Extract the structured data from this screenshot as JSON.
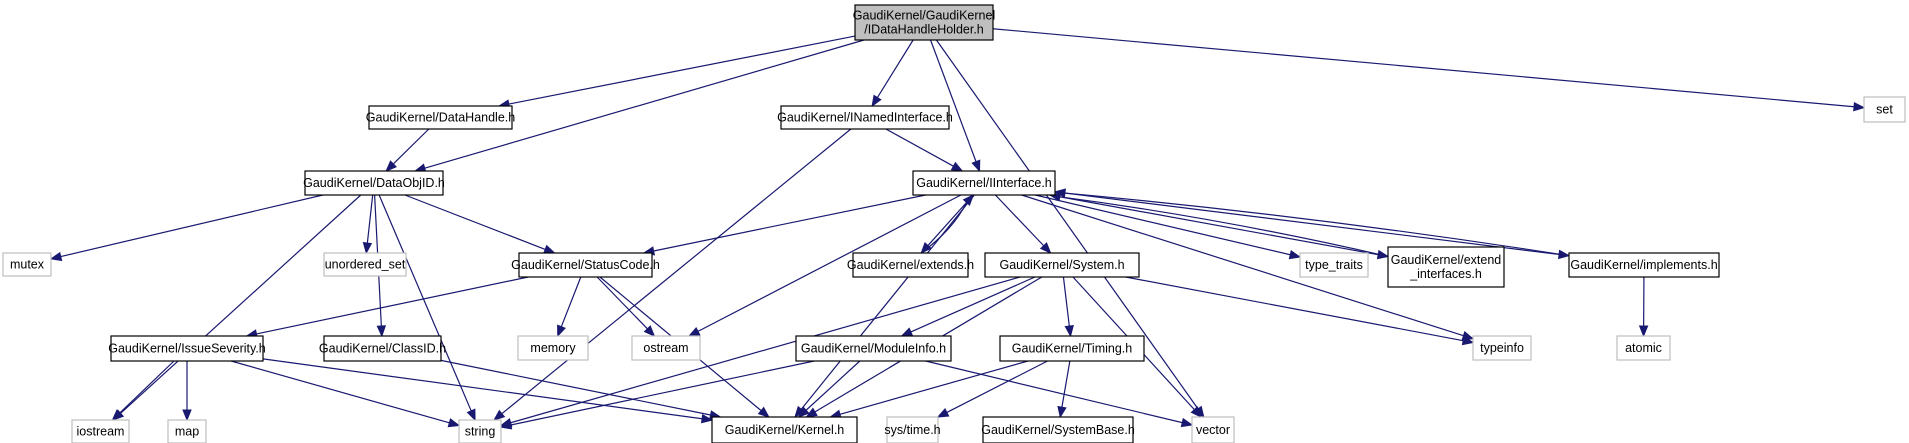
{
  "diagram": {
    "title": "GaudiKernel/GaudiKernel/IDataHandleHolder.h include dependency graph",
    "colors": {
      "edge": "#191970",
      "root_fill": "#bfbfbf",
      "local_border": "#000000",
      "external_border": "#bfbfbf"
    },
    "nodes": [
      {
        "id": "root",
        "lines": [
          "GaudiKernel/GaudiKernel",
          "/IDataHandleHolder.h"
        ],
        "kind": "root"
      },
      {
        "id": "datahandle",
        "lines": [
          "GaudiKernel/DataHandle.h"
        ],
        "kind": "local"
      },
      {
        "id": "inamedinterface",
        "lines": [
          "GaudiKernel/INamedInterface.h"
        ],
        "kind": "local"
      },
      {
        "id": "set",
        "lines": [
          "set"
        ],
        "kind": "external"
      },
      {
        "id": "dataobjid",
        "lines": [
          "GaudiKernel/DataObjID.h"
        ],
        "kind": "local"
      },
      {
        "id": "iinterface",
        "lines": [
          "GaudiKernel/IInterface.h"
        ],
        "kind": "local"
      },
      {
        "id": "mutex",
        "lines": [
          "mutex"
        ],
        "kind": "external"
      },
      {
        "id": "unordered_set",
        "lines": [
          "unordered_set"
        ],
        "kind": "external"
      },
      {
        "id": "statuscode",
        "lines": [
          "GaudiKernel/StatusCode.h"
        ],
        "kind": "local"
      },
      {
        "id": "extends",
        "lines": [
          "GaudiKernel/extends.h"
        ],
        "kind": "local"
      },
      {
        "id": "system",
        "lines": [
          "GaudiKernel/System.h"
        ],
        "kind": "local"
      },
      {
        "id": "type_traits",
        "lines": [
          "type_traits"
        ],
        "kind": "external"
      },
      {
        "id": "extend_interfaces",
        "lines": [
          "GaudiKernel/extend",
          "_interfaces.h"
        ],
        "kind": "local"
      },
      {
        "id": "implements",
        "lines": [
          "GaudiKernel/implements.h"
        ],
        "kind": "local"
      },
      {
        "id": "issueseverity",
        "lines": [
          "GaudiKernel/IssueSeverity.h"
        ],
        "kind": "local"
      },
      {
        "id": "classid",
        "lines": [
          "GaudiKernel/ClassID.h"
        ],
        "kind": "local"
      },
      {
        "id": "memory",
        "lines": [
          "memory"
        ],
        "kind": "external"
      },
      {
        "id": "ostream",
        "lines": [
          "ostream"
        ],
        "kind": "external"
      },
      {
        "id": "moduleinfo",
        "lines": [
          "GaudiKernel/ModuleInfo.h"
        ],
        "kind": "local"
      },
      {
        "id": "timing",
        "lines": [
          "GaudiKernel/Timing.h"
        ],
        "kind": "local"
      },
      {
        "id": "typeinfo",
        "lines": [
          "typeinfo"
        ],
        "kind": "external"
      },
      {
        "id": "atomic",
        "lines": [
          "atomic"
        ],
        "kind": "external"
      },
      {
        "id": "iostream",
        "lines": [
          "iostream"
        ],
        "kind": "external"
      },
      {
        "id": "map",
        "lines": [
          "map"
        ],
        "kind": "external"
      },
      {
        "id": "string",
        "lines": [
          "string"
        ],
        "kind": "external"
      },
      {
        "id": "kernel",
        "lines": [
          "GaudiKernel/Kernel.h"
        ],
        "kind": "local"
      },
      {
        "id": "systime",
        "lines": [
          "sys/time.h"
        ],
        "kind": "external"
      },
      {
        "id": "systembase",
        "lines": [
          "GaudiKernel/SystemBase.h"
        ],
        "kind": "local"
      },
      {
        "id": "vector",
        "lines": [
          "vector"
        ],
        "kind": "external"
      }
    ],
    "edges": [
      [
        "root",
        "datahandle"
      ],
      [
        "root",
        "dataobjid"
      ],
      [
        "root",
        "inamedinterface"
      ],
      [
        "root",
        "iinterface"
      ],
      [
        "root",
        "set"
      ],
      [
        "root",
        "vector"
      ],
      [
        "datahandle",
        "dataobjid"
      ],
      [
        "inamedinterface",
        "iinterface"
      ],
      [
        "inamedinterface",
        "string"
      ],
      [
        "dataobjid",
        "mutex"
      ],
      [
        "dataobjid",
        "unordered_set"
      ],
      [
        "dataobjid",
        "iostream"
      ],
      [
        "dataobjid",
        "string"
      ],
      [
        "dataobjid",
        "classid"
      ],
      [
        "dataobjid",
        "statuscode"
      ],
      [
        "iinterface",
        "statuscode"
      ],
      [
        "iinterface",
        "extends"
      ],
      [
        "iinterface",
        "system"
      ],
      [
        "iinterface",
        "type_traits"
      ],
      [
        "iinterface",
        "extend_interfaces"
      ],
      [
        "iinterface",
        "implements"
      ],
      [
        "iinterface",
        "typeinfo"
      ],
      [
        "iinterface",
        "ostream"
      ],
      [
        "iinterface",
        "kernel"
      ],
      [
        "extends",
        "iinterface"
      ],
      [
        "extend_interfaces",
        "iinterface"
      ],
      [
        "implements",
        "iinterface"
      ],
      [
        "implements",
        "atomic"
      ],
      [
        "statuscode",
        "issueseverity"
      ],
      [
        "statuscode",
        "memory"
      ],
      [
        "statuscode",
        "ostream"
      ],
      [
        "statuscode",
        "kernel"
      ],
      [
        "system",
        "moduleinfo"
      ],
      [
        "system",
        "timing"
      ],
      [
        "system",
        "kernel"
      ],
      [
        "system",
        "string"
      ],
      [
        "system",
        "typeinfo"
      ],
      [
        "system",
        "vector"
      ],
      [
        "issueseverity",
        "iostream"
      ],
      [
        "issueseverity",
        "map"
      ],
      [
        "issueseverity",
        "string"
      ],
      [
        "issueseverity",
        "kernel"
      ],
      [
        "classid",
        "kernel"
      ],
      [
        "moduleinfo",
        "kernel"
      ],
      [
        "moduleinfo",
        "string"
      ],
      [
        "moduleinfo",
        "vector"
      ],
      [
        "timing",
        "kernel"
      ],
      [
        "timing",
        "systime"
      ],
      [
        "timing",
        "systembase"
      ]
    ]
  }
}
